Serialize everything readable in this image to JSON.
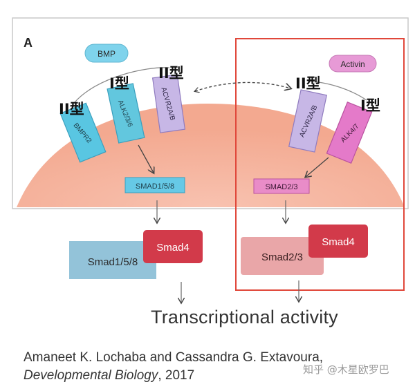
{
  "panel_label": "A",
  "ligands": {
    "bmp": "BMP",
    "activin": "Activin"
  },
  "receptors": {
    "bmpr2": "BMPR2",
    "alk236": "ALK2/3/6",
    "acvr2ab_left": "ACVR2A/B",
    "acvr2ab_right": "ACVR2A/B",
    "alk47": "ALK4/7"
  },
  "type_labels": {
    "ii_left": "II型",
    "i_left": "I型",
    "ii_top": "II型",
    "ii_right": "II型",
    "i_right": "I型"
  },
  "rsmads_membrane": {
    "left": "SMAD1/5/8",
    "right": "SMAD2/3"
  },
  "complexes": {
    "left_rsmad": "Smad1/5/8",
    "left_smad4": "Smad4",
    "right_rsmad": "Smad2/3",
    "right_smad4": "Smad4"
  },
  "outcome": "Transcriptional activity",
  "citation": {
    "authors": "Amaneet K. Lochaba and Cassandra G. Extavoura,",
    "journal": "Developmental Biology",
    "year_suffix": ", 2017"
  },
  "watermark": "知乎 @木星欧罗巴",
  "colors": {
    "cell": "#f6b7a4",
    "bmp_fill": "#7fd3ec",
    "activin_fill": "#e79ad6",
    "bmpr2_fill": "#59c6e2",
    "alk_fill": "#62c7de",
    "acvr_fill": "#c7b7e6",
    "alk47_fill": "#e47ac9",
    "smad158_fill": "#66c9e6",
    "smad23_fill": "#e98cc8",
    "complex_blue": "#93c3d9",
    "complex_pink": "#e9a6a8",
    "smad4": "#d23a4a",
    "highlight": "#e0473a"
  }
}
